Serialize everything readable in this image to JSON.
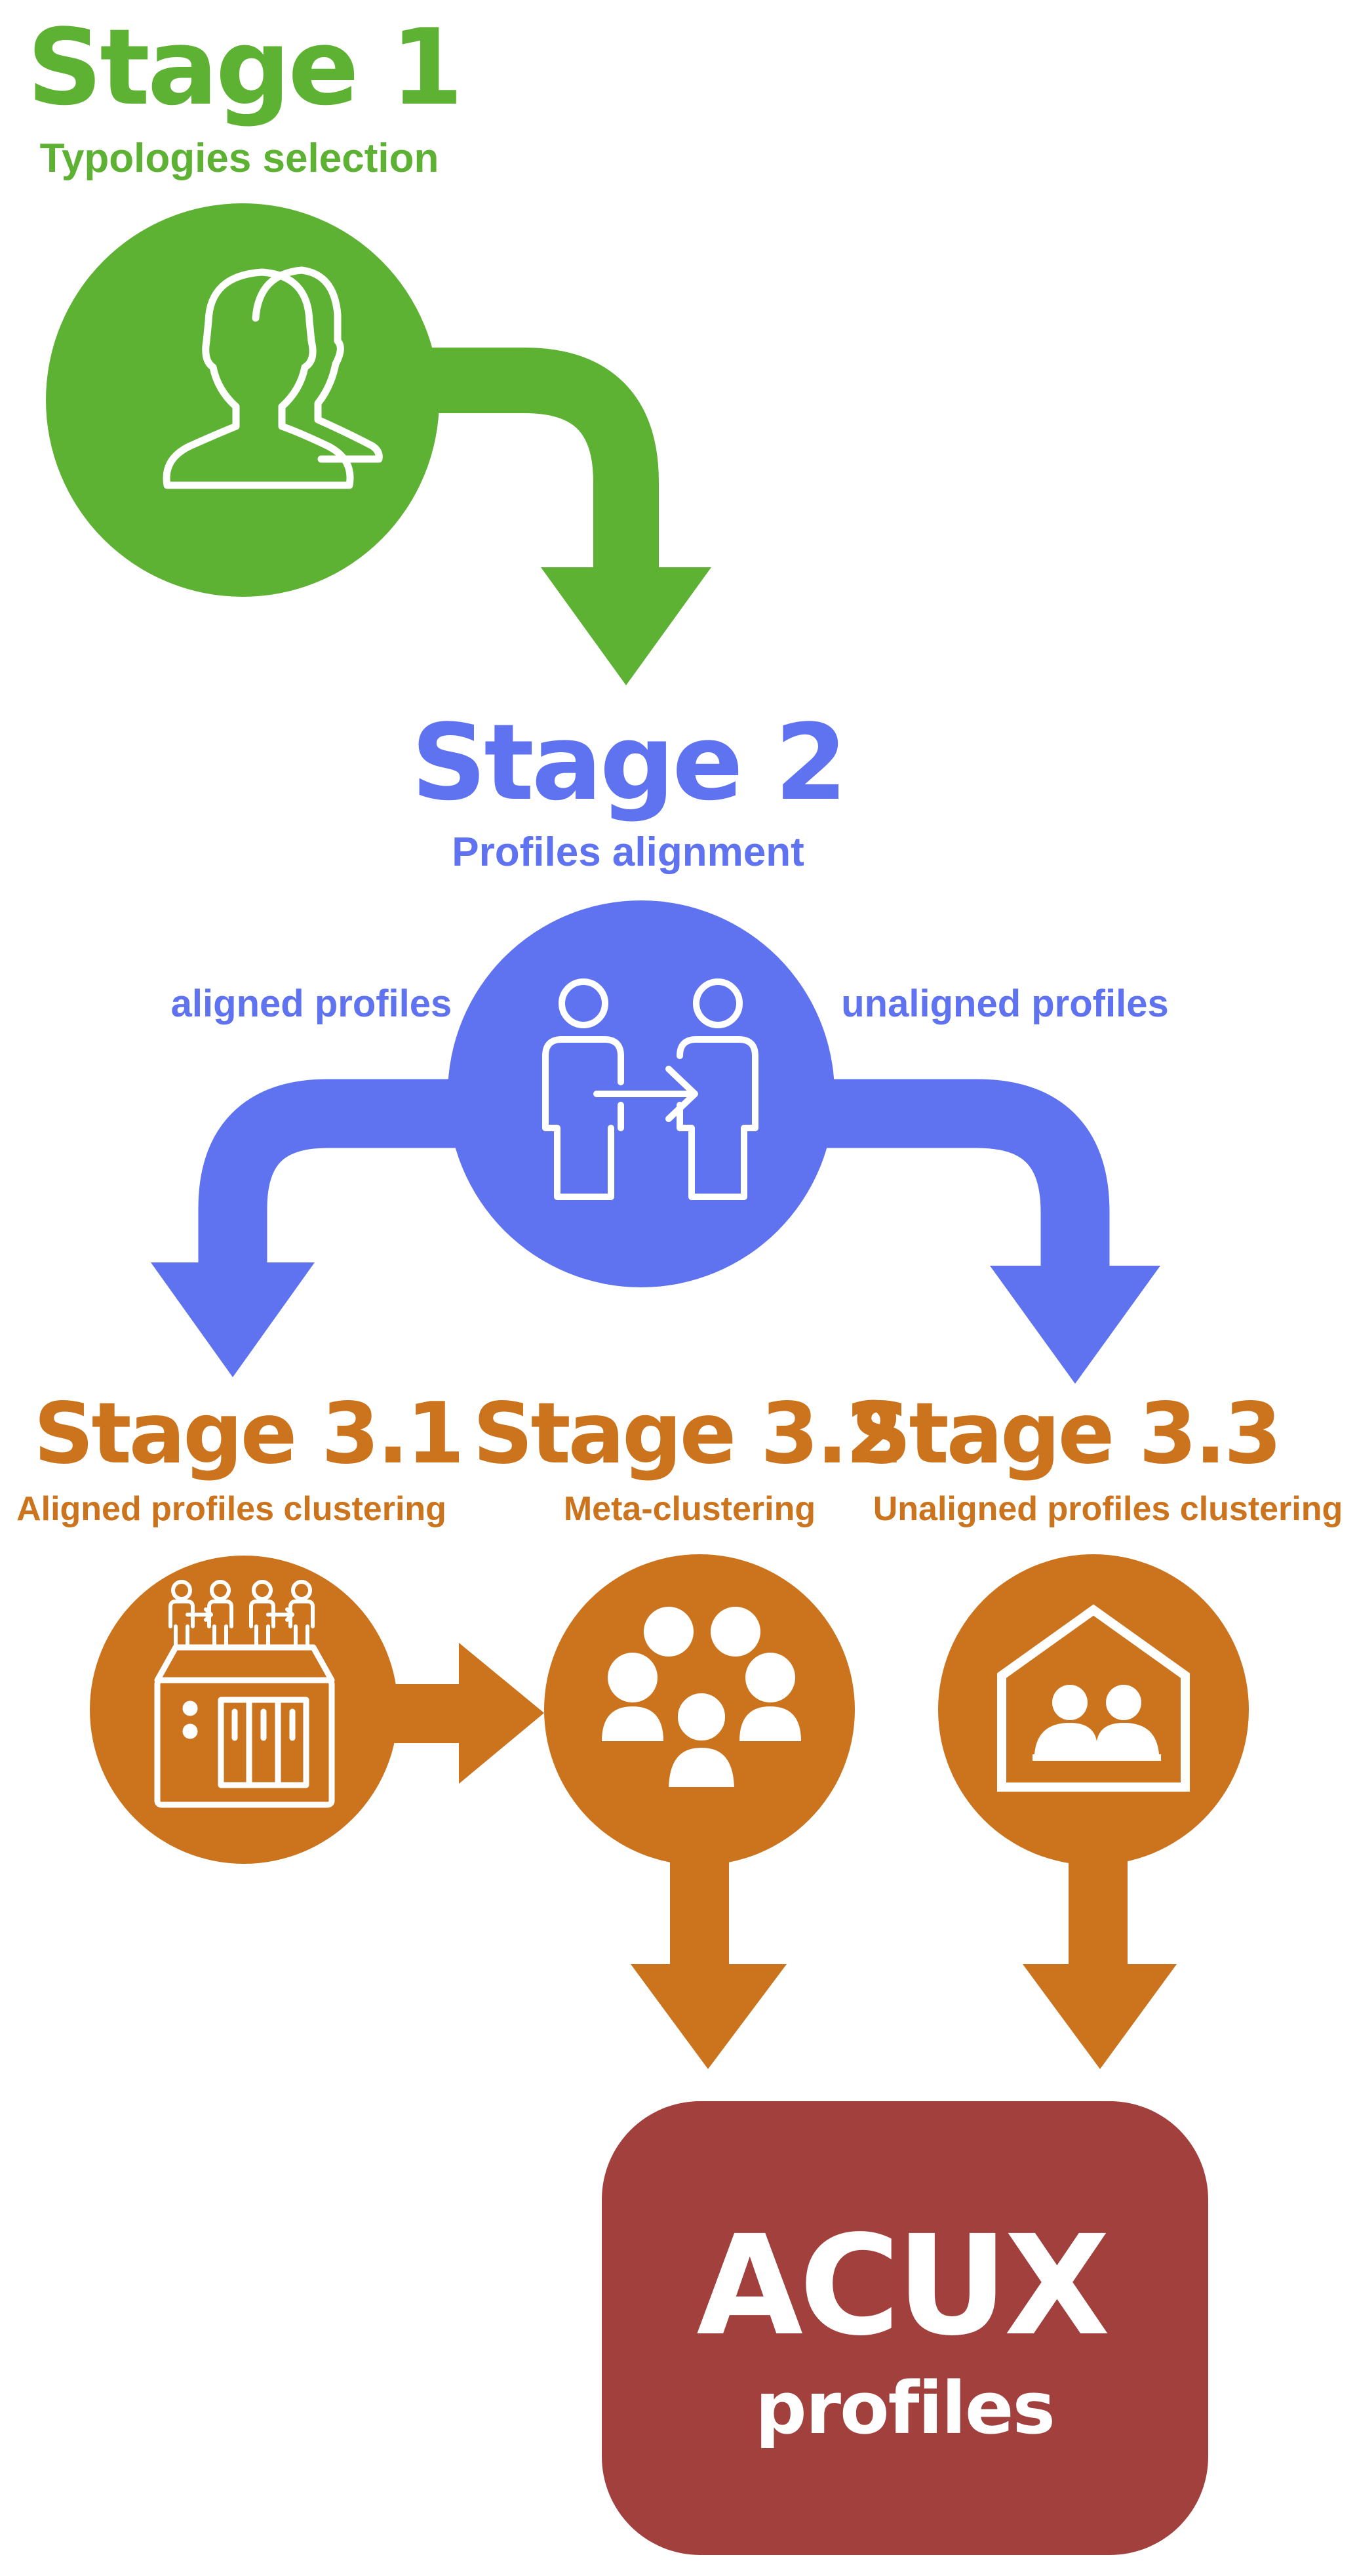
{
  "colors": {
    "stage1": "#5db133",
    "stage2": "#5f73f1",
    "stage3": "#cb741d",
    "final": "#a2403d",
    "icon_stroke": "#ffffff"
  },
  "stage1": {
    "title": "Stage 1",
    "subtitle": "Typologies selection",
    "icon": "users-icon"
  },
  "stage2": {
    "title": "Stage 2",
    "subtitle": "Profiles alignment",
    "icon": "profile-transfer-icon",
    "left_branch_label": "aligned profiles",
    "right_branch_label": "unaligned profiles"
  },
  "stage3_1": {
    "title": "Stage 3.1",
    "subtitle": "Aligned profiles clustering",
    "icon": "server-rack-icon"
  },
  "stage3_2": {
    "title": "Stage 3.2",
    "subtitle": "Meta-clustering",
    "icon": "group-icon"
  },
  "stage3_3": {
    "title": "Stage 3.3",
    "subtitle": "Unaligned profiles clustering",
    "icon": "home-group-icon"
  },
  "result": {
    "title": "ACUX",
    "subtitle": "profiles"
  }
}
